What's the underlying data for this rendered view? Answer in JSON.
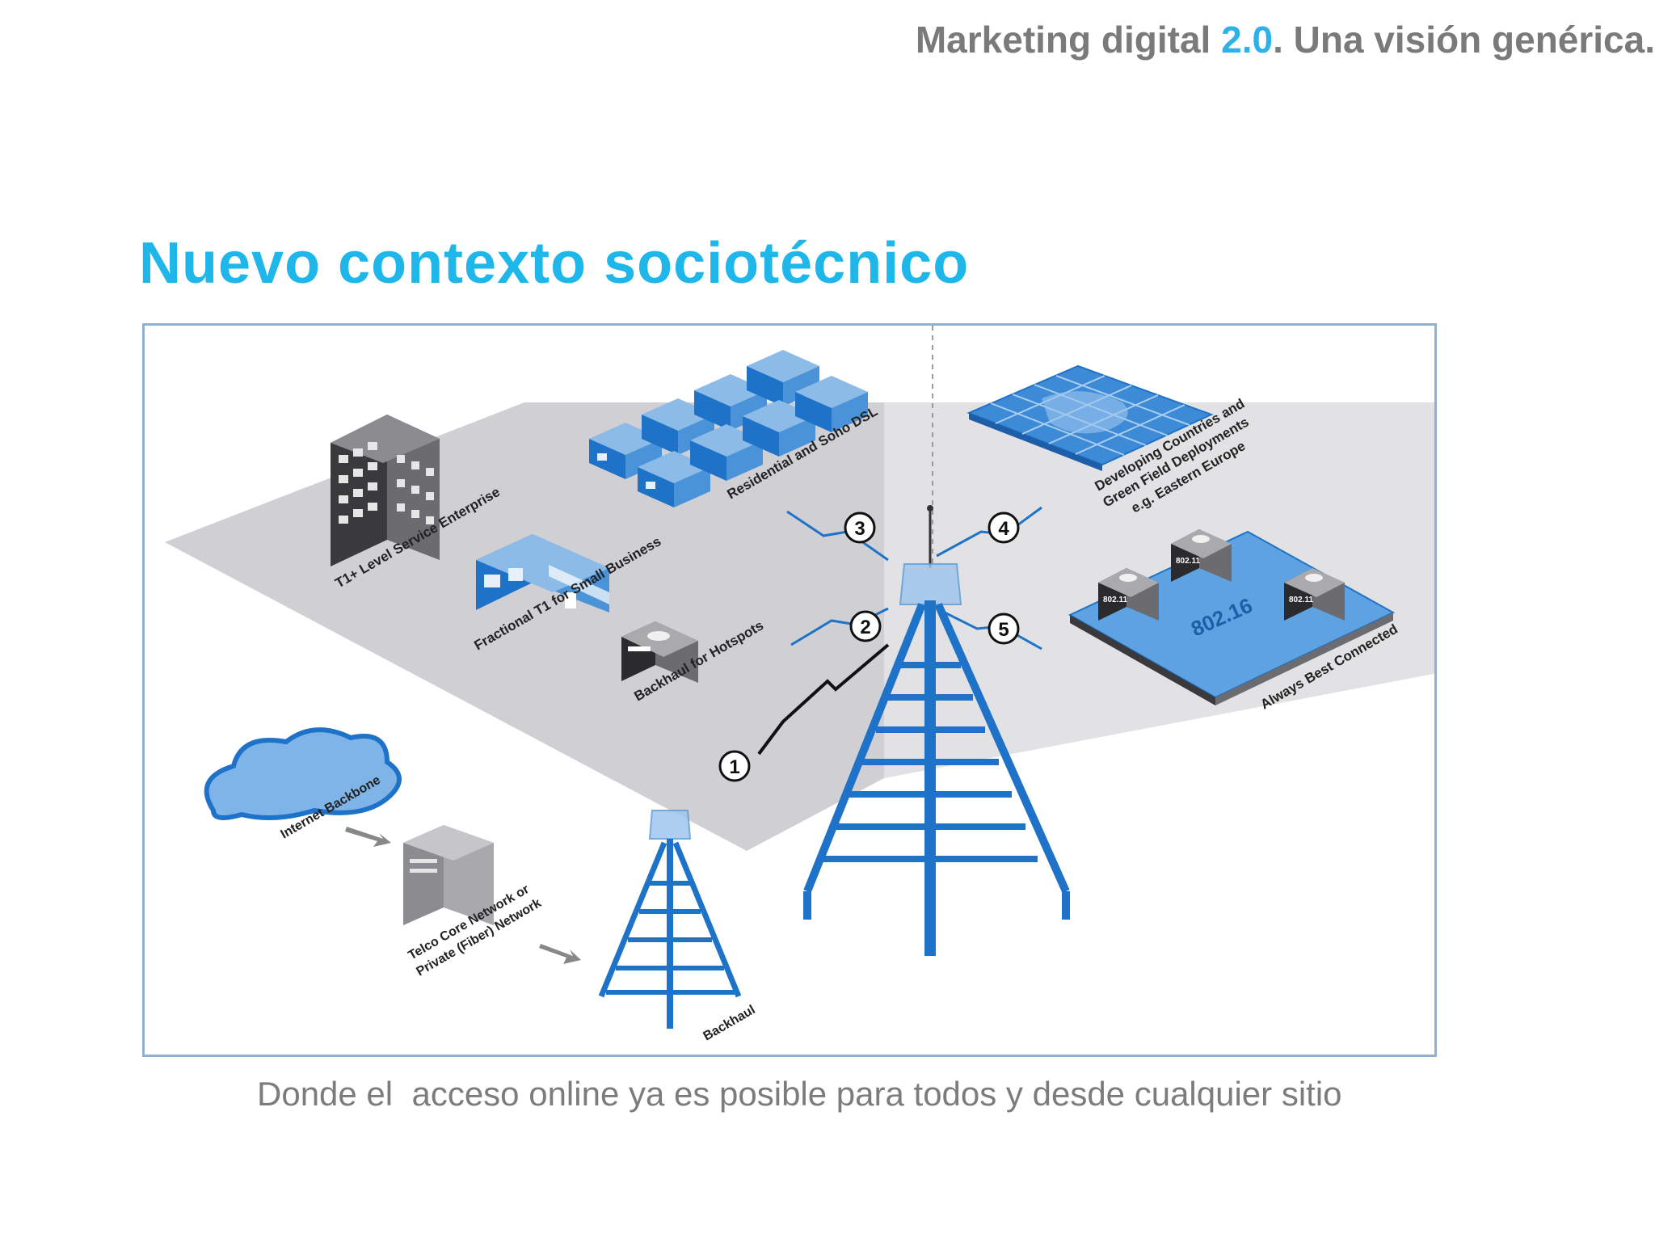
{
  "header": {
    "prefix": "Marketing digital ",
    "accent": "2.0",
    "suffix": ". Una visión genérica."
  },
  "title": "Nuevo contexto sociotécnico",
  "caption": "Donde el  acceso online ya es posible para todos y desde cualquier sitio",
  "diagram": {
    "labels": {
      "enterprise": "T1+ Level Service Enterprise",
      "small_business": "Fractional T1 for Small Business",
      "hotspots": "Backhaul for Hotspots",
      "residential": "Residential and Soho DSL",
      "developing": [
        "Developing Countries and",
        "Green Field Deployments",
        "e.g. Eastern Europe"
      ],
      "always_best": "Always Best Connected",
      "protocol": "802.16",
      "internet": "Internet Backbone",
      "telco": [
        "Telco Core Network or",
        "Private (Fiber) Network"
      ],
      "backhaul": "Backhaul"
    },
    "numbers": [
      "1",
      "2",
      "3",
      "4",
      "5"
    ],
    "badges": [
      "802.11",
      "802.11",
      "802.11"
    ]
  },
  "colors": {
    "accent": "#2cb2e8",
    "title": "#1fb6ea",
    "header_gray": "#7a7a7a",
    "tower_blue": "#1e73c8",
    "frame": "#8fb2d1"
  }
}
